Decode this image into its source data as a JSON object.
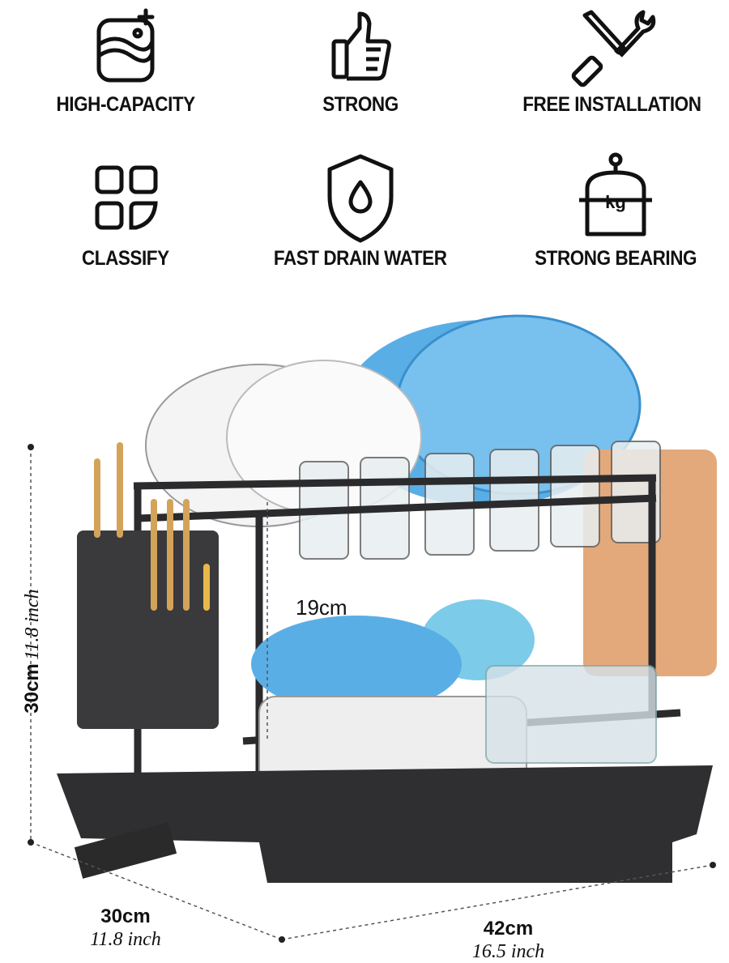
{
  "features": [
    {
      "label": "HIGH-CAPACITY",
      "icon": "container-plus-icon"
    },
    {
      "label": "STRONG",
      "icon": "thumbs-up-icon"
    },
    {
      "label": "FREE INSTALLATION",
      "icon": "tools-icon"
    },
    {
      "label": "CLASSIFY",
      "icon": "grid-icon"
    },
    {
      "label": "FAST DRAIN WATER",
      "icon": "shield-drop-icon"
    },
    {
      "label": "STRONG BEARING",
      "icon": "weight-icon"
    }
  ],
  "dimensions": {
    "height_cm": "30cm",
    "height_inch": "11.8 inch",
    "inner_cm": "19cm",
    "depth_cm": "30cm",
    "depth_inch": "11.8 inch",
    "width_cm": "42cm",
    "width_inch": "16.5 inch"
  },
  "colors": {
    "rack": "#2b2b2d",
    "plate_blue": "#5aaee6",
    "cutting_board": "#e4a97a"
  }
}
